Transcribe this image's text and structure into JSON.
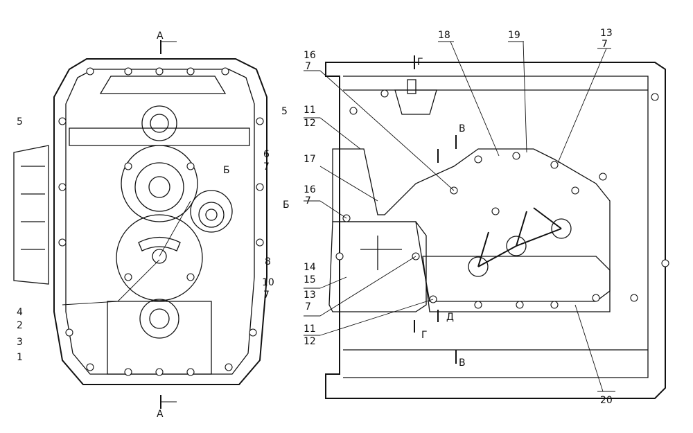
{
  "drawing": {
    "section_marks": {
      "a_top": "А",
      "a_bottom": "А",
      "b_left": "Б",
      "b_right": "Б",
      "g_top": "Г",
      "g_bottom": "Г",
      "v_top": "В",
      "v_bottom": "В",
      "d_bottom": "Д"
    },
    "left_view_labels": [
      "5",
      "5",
      "6",
      "7",
      "8",
      "10",
      "7",
      "4",
      "2",
      "3",
      "1"
    ],
    "right_view_labels": [
      "16",
      "7",
      "18",
      "19",
      "13",
      "7",
      "11",
      "12",
      "17",
      "16",
      "7",
      "14",
      "15",
      "13",
      "7",
      "11",
      "12",
      "20"
    ]
  }
}
